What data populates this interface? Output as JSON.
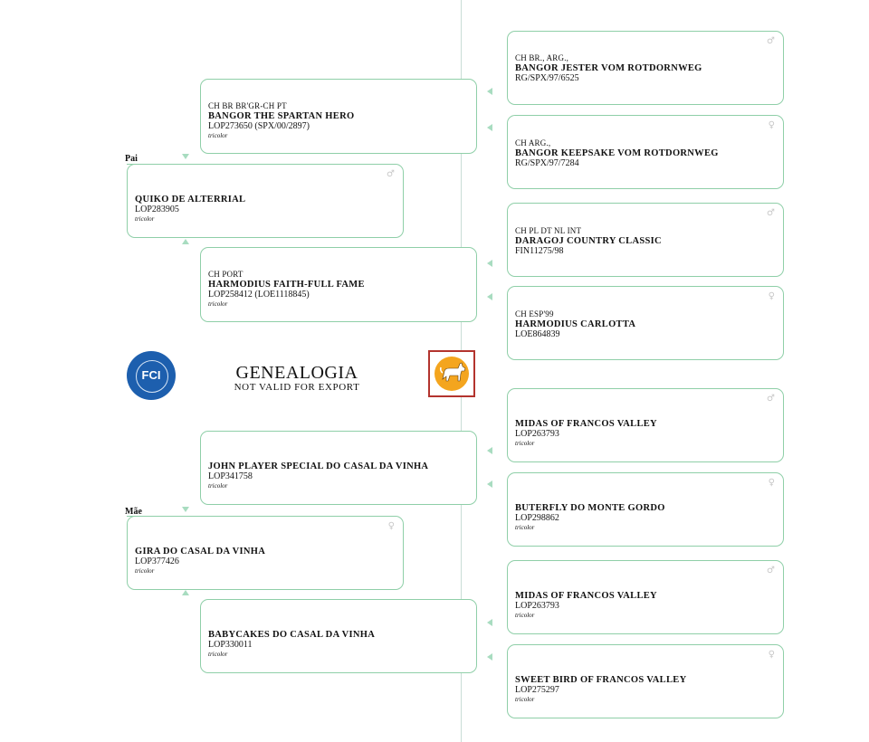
{
  "labels": {
    "sire": "Pai",
    "dam": "Mãe"
  },
  "title": {
    "main": "GENEALOGIA",
    "sub": "NOT VALID FOR EXPORT"
  },
  "fci": {
    "text": "FCI",
    "color": "#1d5fae"
  },
  "sire": {
    "name": "QUIKO DE ALTERRIAL",
    "reg": "LOP283905",
    "color": "tricolor",
    "sex": "♂"
  },
  "dam": {
    "name": "GIRA DO CASAL DA VINHA",
    "reg": "LOP377426",
    "color": "tricolor",
    "sex": "♀"
  },
  "sire_sire": {
    "titles": "CH BR BR'GR-CH  PT",
    "name": "BANGOR THE SPARTAN HERO",
    "reg": "LOP273650 (SPX/00/2897)",
    "color": "tricolor"
  },
  "sire_dam": {
    "titles": "CH PORT",
    "name": "HARMODIUS FAITH-FULL FAME",
    "reg": "LOP258412 (LOE1118845)",
    "color": "tricolor"
  },
  "dam_sire": {
    "name": "JOHN PLAYER SPECIAL DO CASAL DA VINHA",
    "reg": "LOP341758",
    "color": "tricolor"
  },
  "dam_dam": {
    "name": "BABYCAKES DO CASAL DA VINHA",
    "reg": "LOP330011",
    "color": "tricolor"
  },
  "gg1": {
    "titles": "CH BR., ARG.,",
    "name": "BANGOR JESTER VOM ROTDORNWEG",
    "reg": "RG/SPX/97/6525",
    "sex": "♂"
  },
  "gg2": {
    "titles": "CH ARG.,",
    "name": "BANGOR KEEPSAKE VOM ROTDORNWEG",
    "reg": "RG/SPX/97/7284",
    "sex": "♀"
  },
  "gg3": {
    "titles": "CH PL DT NL INT",
    "name": "DARAGOJ COUNTRY CLASSIC",
    "reg": "FIN11275/98",
    "sex": "♂"
  },
  "gg4": {
    "titles": "CH ESP'99",
    "name": "HARMODIUS CARLOTTA",
    "reg": "LOE864839",
    "sex": "♀"
  },
  "gg5": {
    "name": "MIDAS OF FRANCOS VALLEY",
    "reg": "LOP263793",
    "color": "tricolor",
    "sex": "♂"
  },
  "gg6": {
    "name": "BUTERFLY DO MONTE GORDO",
    "reg": "LOP298862",
    "color": "tricolor",
    "sex": "♀"
  },
  "gg7": {
    "name": "MIDAS OF FRANCOS VALLEY",
    "reg": "LOP263793",
    "color": "tricolor",
    "sex": "♂"
  },
  "gg8": {
    "name": "SWEET BIRD OF FRANCOS VALLEY",
    "reg": "LOP275297",
    "color": "tricolor",
    "sex": "♀"
  }
}
